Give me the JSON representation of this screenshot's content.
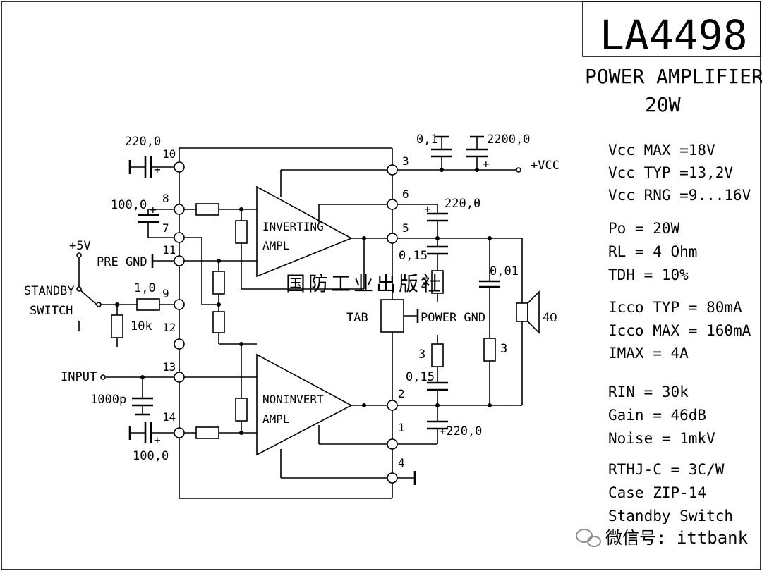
{
  "title": "LA4498",
  "subtitle_line1": "POWER AMPLIFIER",
  "subtitle_line2": "20W",
  "specs": [
    "Vcc MAX =18V",
    "Vcc TYP =13,2V",
    "Vcc RNG =9...16V",
    "Po  = 20W",
    "RL  = 4 Ohm",
    "TDH = 10%",
    "Icco TYP = 80mA",
    "Icco MAX = 160mA",
    "IMAX  =   4A",
    "RIN  =  30k",
    "Gain  = 46dB",
    "Noise = 1mkV",
    "RTHJ-C = 3C/W",
    "Case ZIP-14",
    "Standby Switch"
  ],
  "amps": {
    "inverting_line1": "INVERTING",
    "inverting_line2": "AMPL",
    "noninvert_line1": "NONINVERT",
    "noninvert_line2": "AMPL"
  },
  "pins": [
    "10",
    "8",
    "7",
    "11",
    "9",
    "12",
    "13",
    "14",
    "3",
    "6",
    "5",
    "2",
    "1",
    "4"
  ],
  "labels": {
    "c_220_in": "220,0",
    "c_100_top": "100,0",
    "plus_5v": "+5V",
    "pre_gnd": "PRE GND",
    "standby_line1": "STANDBY",
    "standby_line2": "SWITCH",
    "r_1_0": "1,0",
    "r_10k": "10k",
    "input": "INPUT",
    "c_1000p": "1000p",
    "c_100_bot": "100,0",
    "c_0_1": "0,1",
    "c_2200": "2200,0",
    "vcc": "+VCC",
    "c_220_top": "220,0",
    "c_0_15_top": "0,15",
    "r_3_top": "3",
    "tab": "TAB",
    "power_gnd": "POWER GND",
    "r_3_bot": "3",
    "c_0_15_bot": "0,15",
    "c_220_bot": "+220,0",
    "c_0_01": "0,01",
    "r_3_load": "3",
    "load": "4Ω"
  },
  "watermark": "国防工业出版社",
  "wechat": "微信号: ittbank"
}
